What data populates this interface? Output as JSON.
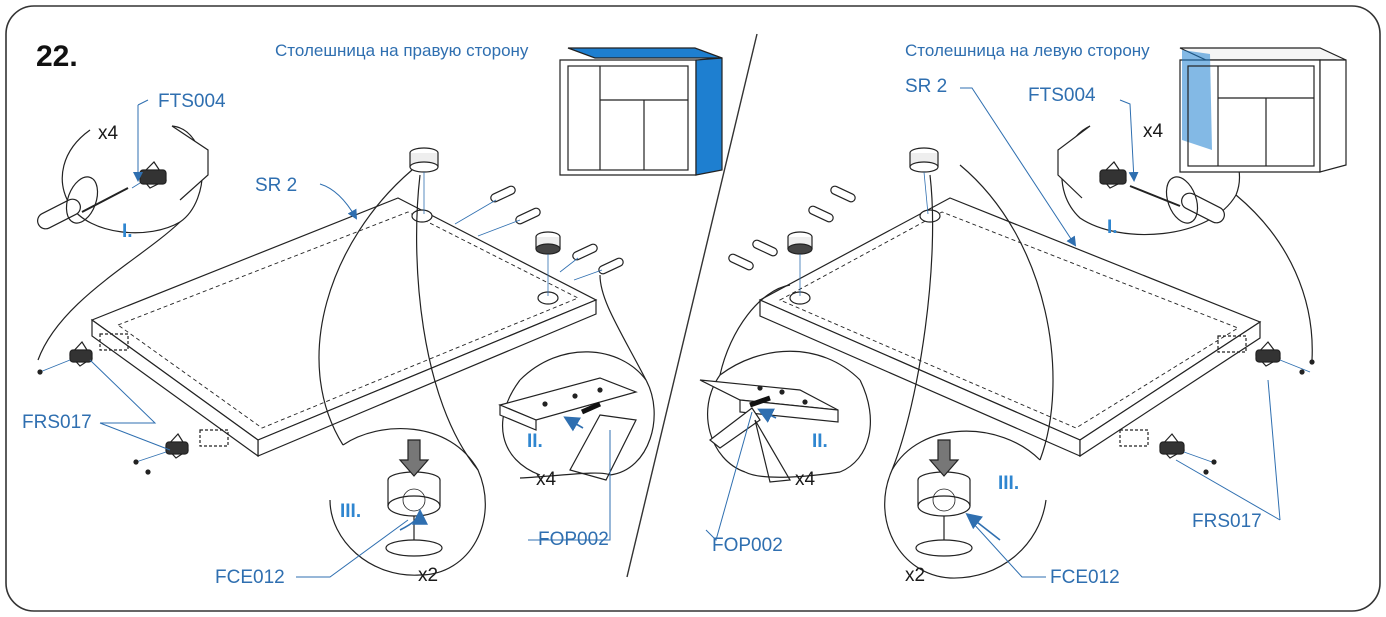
{
  "step_number": "22.",
  "captions": {
    "right_side": "Столешница на правую сторону",
    "left_side": "Столешница на левую сторону"
  },
  "left_panel": {
    "parts": {
      "screw": "FTS004",
      "board": "SR 2",
      "connector": "FRS017",
      "leg_base": "FCE012",
      "dowel": "FOP002"
    },
    "quantities": {
      "screws": "x4",
      "dowels": "x4",
      "legs": "x2"
    },
    "stages": [
      "I.",
      "II.",
      "III."
    ]
  },
  "right_panel": {
    "parts": {
      "board": "SR 2",
      "screw": "FTS004",
      "connector": "FRS017",
      "leg_base": "FCE012",
      "dowel": "FOP002"
    },
    "quantities": {
      "screws": "x4",
      "dowels": "x4",
      "legs": "x2"
    },
    "stages": [
      "I.",
      "II.",
      "III."
    ]
  },
  "colors": {
    "accent": "#2f6fb0",
    "highlight_panel": "#1e7fd0",
    "frame": "#333333"
  },
  "icon_names": [
    "screwdriver-icon",
    "dowel-icon",
    "leg-foot-icon",
    "connector-icon",
    "cabinet-icon"
  ]
}
